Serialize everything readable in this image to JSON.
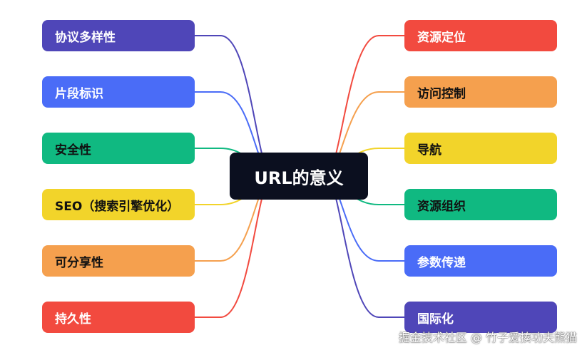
{
  "center": {
    "label": "URL的意义",
    "color": "#0b0f1f"
  },
  "left_nodes": [
    {
      "label": "协议多样性",
      "color": "#4f46b8",
      "text_color": "#ffffff"
    },
    {
      "label": "片段标识",
      "color": "#4a6cf7",
      "text_color": "#ffffff"
    },
    {
      "label": "安全性",
      "color": "#10b981",
      "text_color": "#111111"
    },
    {
      "label": "SEO（搜索引擎优化）",
      "color": "#f2d42a",
      "text_color": "#111111"
    },
    {
      "label": "可分享性",
      "color": "#f5a04e",
      "text_color": "#111111"
    },
    {
      "label": "持久性",
      "color": "#f24a3f",
      "text_color": "#ffffff"
    }
  ],
  "right_nodes": [
    {
      "label": "资源定位",
      "color": "#f24a3f",
      "text_color": "#ffffff"
    },
    {
      "label": "访问控制",
      "color": "#f5a04e",
      "text_color": "#111111"
    },
    {
      "label": "导航",
      "color": "#f2d42a",
      "text_color": "#111111"
    },
    {
      "label": "资源组织",
      "color": "#10b981",
      "text_color": "#111111"
    },
    {
      "label": "参数传递",
      "color": "#4a6cf7",
      "text_color": "#ffffff"
    },
    {
      "label": "国际化",
      "color": "#4f46b8",
      "text_color": "#ffffff"
    }
  ],
  "watermark": "掘金技术社区 @ 竹子爱揍功夫熊猫"
}
